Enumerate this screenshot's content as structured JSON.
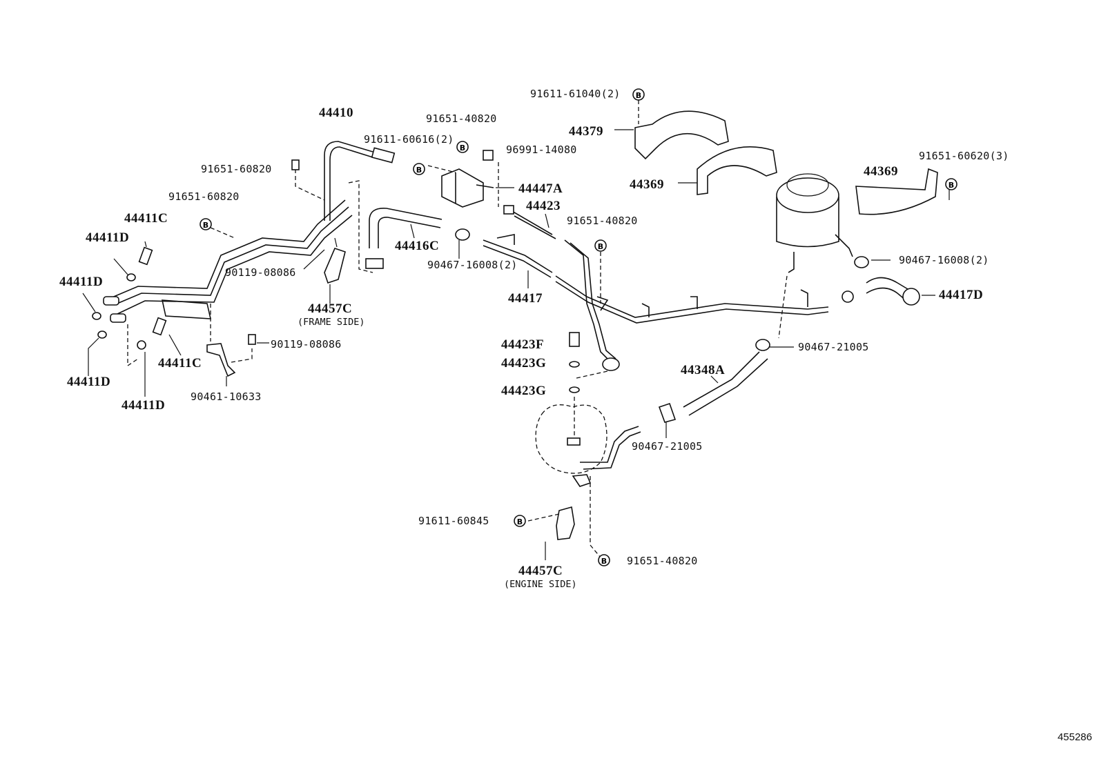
{
  "labels": {
    "p44410": "44410",
    "p91651_40820_a": "91651-40820",
    "p91611_61040": "91611-61040(2)",
    "p44379": "44379",
    "p91611_60616": "91611-60616(2)",
    "p96991": "96991-14080",
    "p91651_60820_a": "91651-60820",
    "p44447A": "44447A",
    "p44369_a": "44369",
    "p44369_b": "44369",
    "p91651_60620": "91651-60620(3)",
    "p91651_60820_b": "91651-60820",
    "p44423": "44423",
    "p44411C_a": "44411C",
    "p91651_40820_b": "91651-40820",
    "p44411D_a": "44411D",
    "p44416C": "44416C",
    "p90467_16008_a": "90467-16008(2)",
    "p90467_16008_b": "90467-16008(2)",
    "p90119_08086_a": "90119-08086",
    "p44411D_b": "44411D",
    "p44417": "44417",
    "p44417D": "44417D",
    "p44457C_a": "44457C",
    "frame_side": "(FRAME SIDE)",
    "p90119_08086_b": "90119-08086",
    "p44423F": "44423F",
    "p90467_21005_a": "90467-21005",
    "p44411C_b": "44411C",
    "p44423G_a": "44423G",
    "p44348A": "44348A",
    "p44411D_c": "44411D",
    "p44423G_b": "44423G",
    "p90461": "90461-10633",
    "p44411D_d": "44411D",
    "p90467_21005_b": "90467-21005",
    "p91611_60845": "91611-60845",
    "p91651_40820_c": "91651-40820",
    "p44457C_b": "44457C",
    "engine_side": "(ENGINE SIDE)"
  },
  "callout_marker": "B",
  "diagram_id": "455286"
}
